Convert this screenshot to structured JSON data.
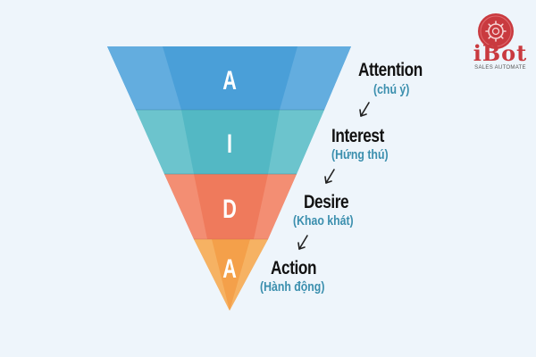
{
  "brand": {
    "name": "iBot",
    "tagline": "SALES AUTOMATE",
    "color": "#c93a3f",
    "icon": "gear-circle-icon"
  },
  "funnel": {
    "model": "AIDA",
    "stages": [
      {
        "letter": "A",
        "title": "Attention",
        "subtitle": "(chú ý)",
        "color": "#4a9fd8",
        "color_light": "#63addf"
      },
      {
        "letter": "I",
        "title": "Interest",
        "subtitle": "(Hứng thú)",
        "color": "#53b8c4",
        "color_light": "#6cc4cd"
      },
      {
        "letter": "D",
        "title": "Desire",
        "subtitle": "(Khao khát)",
        "color": "#ef7a5c",
        "color_light": "#f38e73"
      },
      {
        "letter": "A",
        "title": "Action",
        "subtitle": "(Hành động)",
        "color": "#f4a04a",
        "color_light": "#f6b263"
      }
    ]
  },
  "colors": {
    "background": "#eef5fb",
    "title_text": "#121212",
    "subtitle_text": "#3b8fae"
  }
}
